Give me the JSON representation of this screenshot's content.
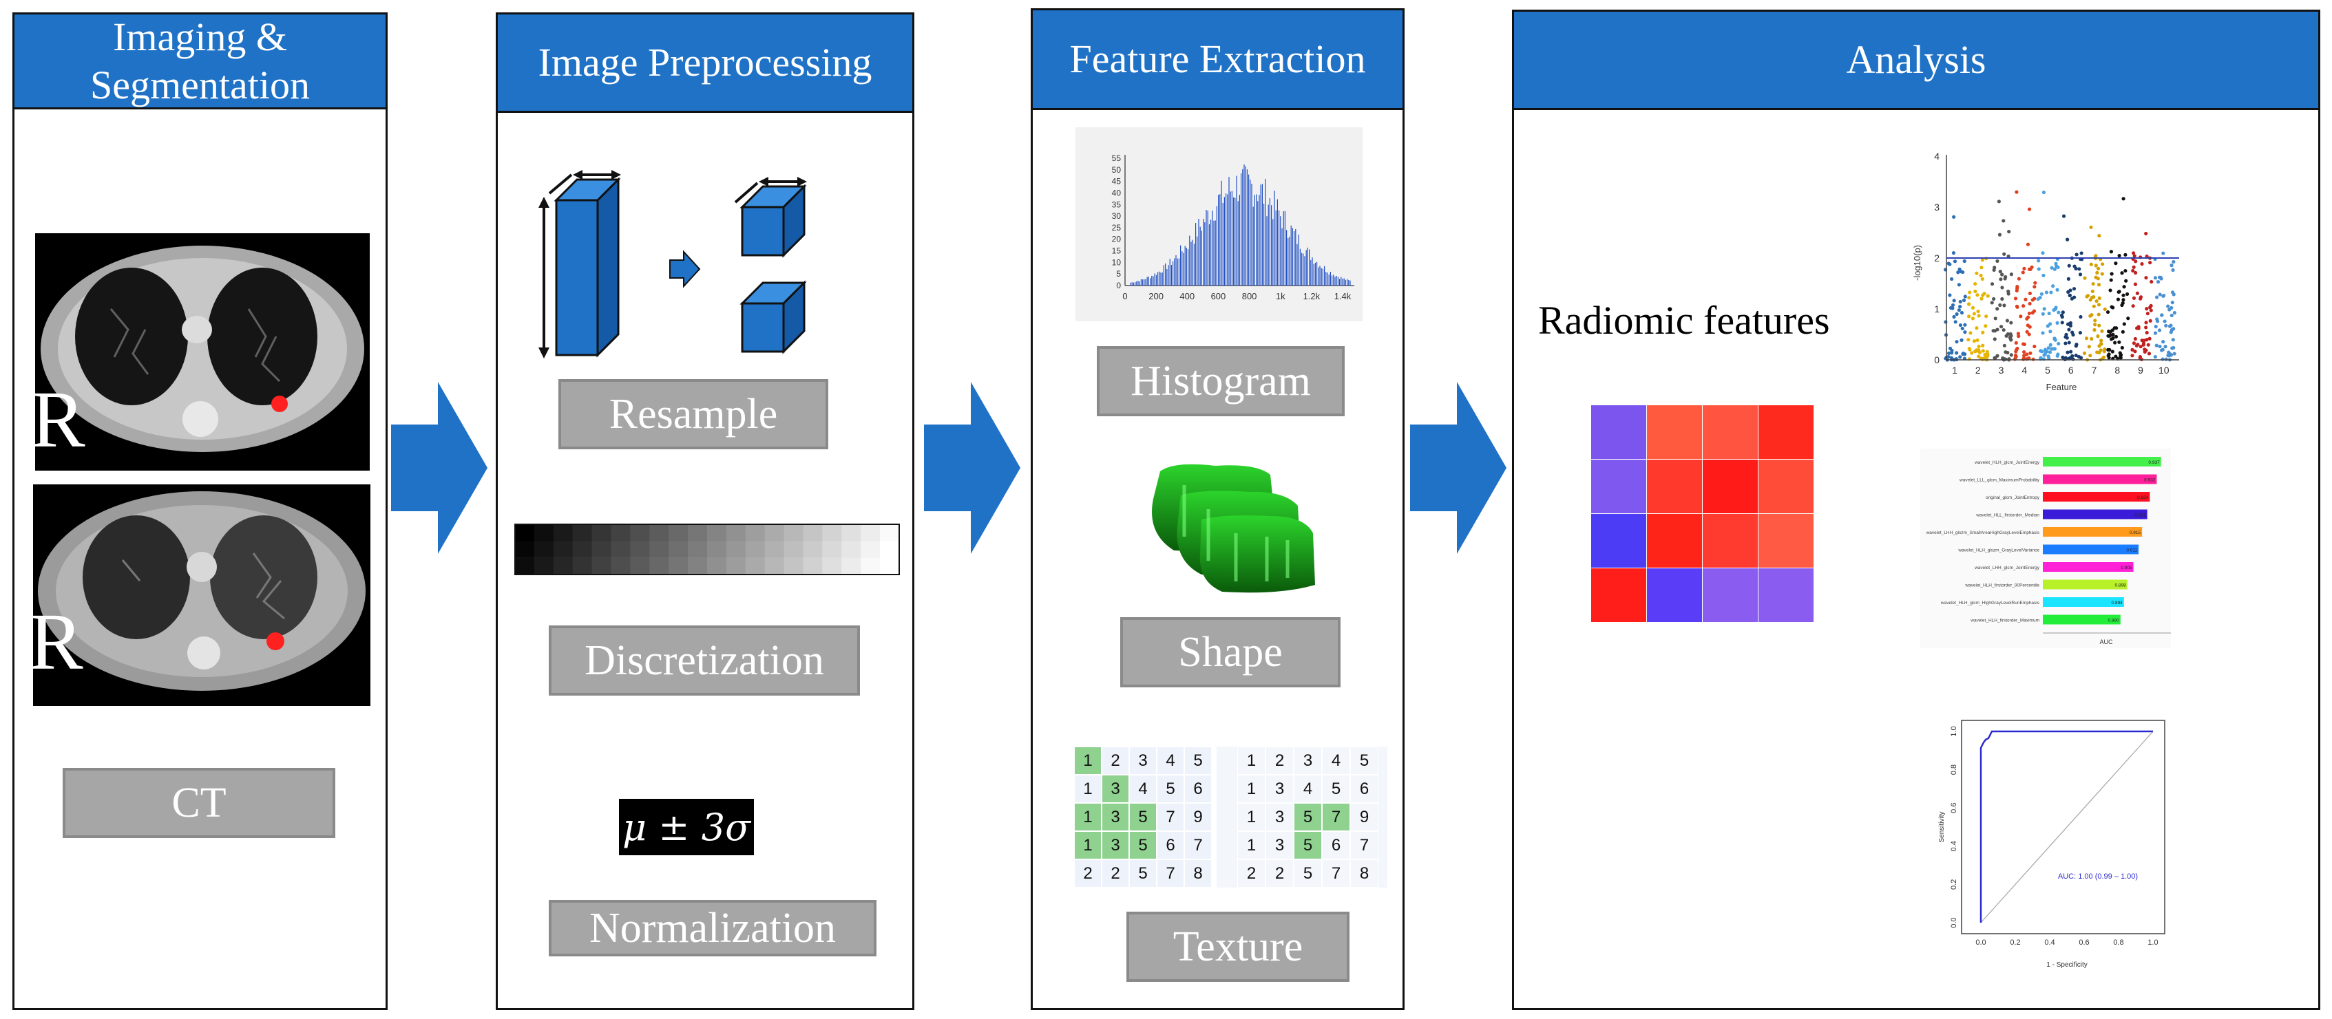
{
  "panels": {
    "imaging": {
      "title": "Imaging & Segmentation",
      "title_l1": "Imaging &",
      "title_l2": "Segmentation",
      "button": "CT",
      "scan_marker": "R"
    },
    "preprocessing": {
      "title": "Image Preprocessing",
      "resample": "Resample",
      "discretization": "Discretization",
      "normalization": "Normalization",
      "formula": "μ ± 3σ"
    },
    "extraction": {
      "title": "Feature Extraction",
      "histogram": "Histogram",
      "shape": "Shape",
      "texture": "Texture",
      "hist_yticks": [
        "0",
        "5",
        "10",
        "15",
        "20",
        "25",
        "30",
        "35",
        "40",
        "45",
        "50",
        "55"
      ],
      "hist_xticks": [
        "0",
        "200",
        "400",
        "600",
        "800",
        "1k",
        "1.2k",
        "1.4k"
      ],
      "matrix_left": [
        [
          "1",
          "2",
          "3",
          "4",
          "5"
        ],
        [
          "1",
          "3",
          "4",
          "5",
          "6"
        ],
        [
          "1",
          "3",
          "5",
          "7",
          "9"
        ],
        [
          "1",
          "3",
          "5",
          "6",
          "7"
        ],
        [
          "2",
          "2",
          "5",
          "7",
          "8"
        ]
      ],
      "matrix_right": [
        [
          "1",
          "2",
          "3",
          "4",
          "5"
        ],
        [
          "1",
          "3",
          "4",
          "5",
          "6"
        ],
        [
          "1",
          "3",
          "5",
          "7",
          "9"
        ],
        [
          "1",
          "3",
          "5",
          "6",
          "7"
        ],
        [
          "2",
          "2",
          "5",
          "7",
          "8"
        ]
      ]
    },
    "analysis": {
      "title": "Analysis",
      "radiomic_label": "Radiomic features",
      "heatmap_colors": [
        [
          "#7b55ee",
          "#ff5a3d",
          "#ff5540",
          "#ff2a1e"
        ],
        [
          "#7f58f0",
          "#ff3a2c",
          "#ff1c18",
          "#ff4c38"
        ],
        [
          "#4d3cf5",
          "#ff2418",
          "#ff3a2e",
          "#ff5b44"
        ],
        [
          "#ff1e1a",
          "#5a3ef7",
          "#8a5cf0",
          "#8a5cf0"
        ]
      ],
      "manhattan": {
        "xlabel": "Feature",
        "ylabel": "-log10(p)",
        "xticks": [
          "1",
          "2",
          "3",
          "4",
          "5",
          "6",
          "7",
          "8",
          "9",
          "10"
        ],
        "yticks": [
          "0",
          "1",
          "2",
          "3",
          "4"
        ],
        "threshold": 2
      },
      "importance": {
        "labels": [
          "wavelet_HLH_glcm_JointEnergy",
          "wavelet_LLL_glcm_MaximumProbability",
          "original_glcm_JointEntropy",
          "wavelet_HLL_firstorder_Median",
          "wavelet_LHH_glszm_SmallAreaHighGrayLevelEmphasis",
          "wavelet_HLH_glszm_GrayLevelVariance",
          "wavelet_LHH_glcm_JointEnergy",
          "wavelet_HLH_firstorder_90Percentile",
          "wavelet_HLH_glcm_HighGrayLevelRunEmphasis",
          "wavelet_HLH_firstorder_Maximum"
        ],
        "values": [
          0.937,
          0.932,
          0.924,
          0.921,
          0.915,
          0.911,
          0.905,
          0.898,
          0.894,
          0.89
        ],
        "colors": [
          "#43f04a",
          "#ff1f9b",
          "#ff1020",
          "#3a1cd8",
          "#ff9a1c",
          "#1a7cff",
          "#ff20d8",
          "#b8f02a",
          "#1ae4ff",
          "#22ee3a"
        ],
        "xlabel": "AUC"
      },
      "roc": {
        "auc_text": "AUC: 1.00 (0.99 – 1.00)",
        "xlabel": "1 - Specificity",
        "ylabel": "Sensitivity",
        "ticks": [
          "0.0",
          "0.2",
          "0.4",
          "0.6",
          "0.8",
          "1.0"
        ]
      }
    }
  },
  "colors": {
    "header_blue": "#1f72c6",
    "arrow_blue": "#1f72c6",
    "button_gray": "#a6a6a6",
    "matrix_green": "#8fd18f"
  }
}
